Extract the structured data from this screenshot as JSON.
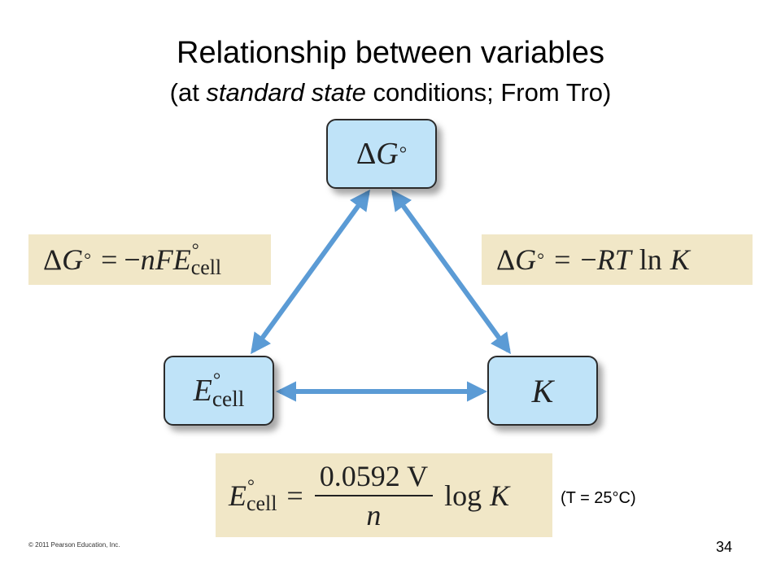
{
  "title": "Relationship between variables",
  "subtitle": {
    "before": "(at ",
    "italic": "standard state",
    "after": " conditions; From Tro)"
  },
  "nodes": {
    "delta_g": {
      "symbol": "ΔG",
      "letter": "G",
      "delta": "Δ",
      "degree": "°"
    },
    "e_cell": {
      "letter": "E",
      "degree": "°",
      "subscript": "cell"
    },
    "k": {
      "letter": "K"
    }
  },
  "equations": {
    "left": {
      "delta": "Δ",
      "g": "G",
      "degree": "°",
      "eq": "=",
      "minus": "−",
      "nfe": "nFE",
      "sub": "cell"
    },
    "right": {
      "delta": "Δ",
      "g": "G",
      "degree": "°",
      "eq": "=",
      "minus": "−",
      "rt": "RT",
      "ln": "ln",
      "k": "K"
    },
    "bottom": {
      "e": "E",
      "degree": "°",
      "sub": "cell",
      "eq": "=",
      "numerator": "0.0592 V",
      "denominator": "n",
      "log": "log",
      "k": "K"
    }
  },
  "condition": "(T = 25°C)",
  "copyright": "© 2011 Pearson Education, Inc.",
  "page_number": "34",
  "colors": {
    "arrow": "#5b9bd5",
    "node_fill": "#bfe3f8",
    "equation_fill": "#f1e7c7"
  }
}
